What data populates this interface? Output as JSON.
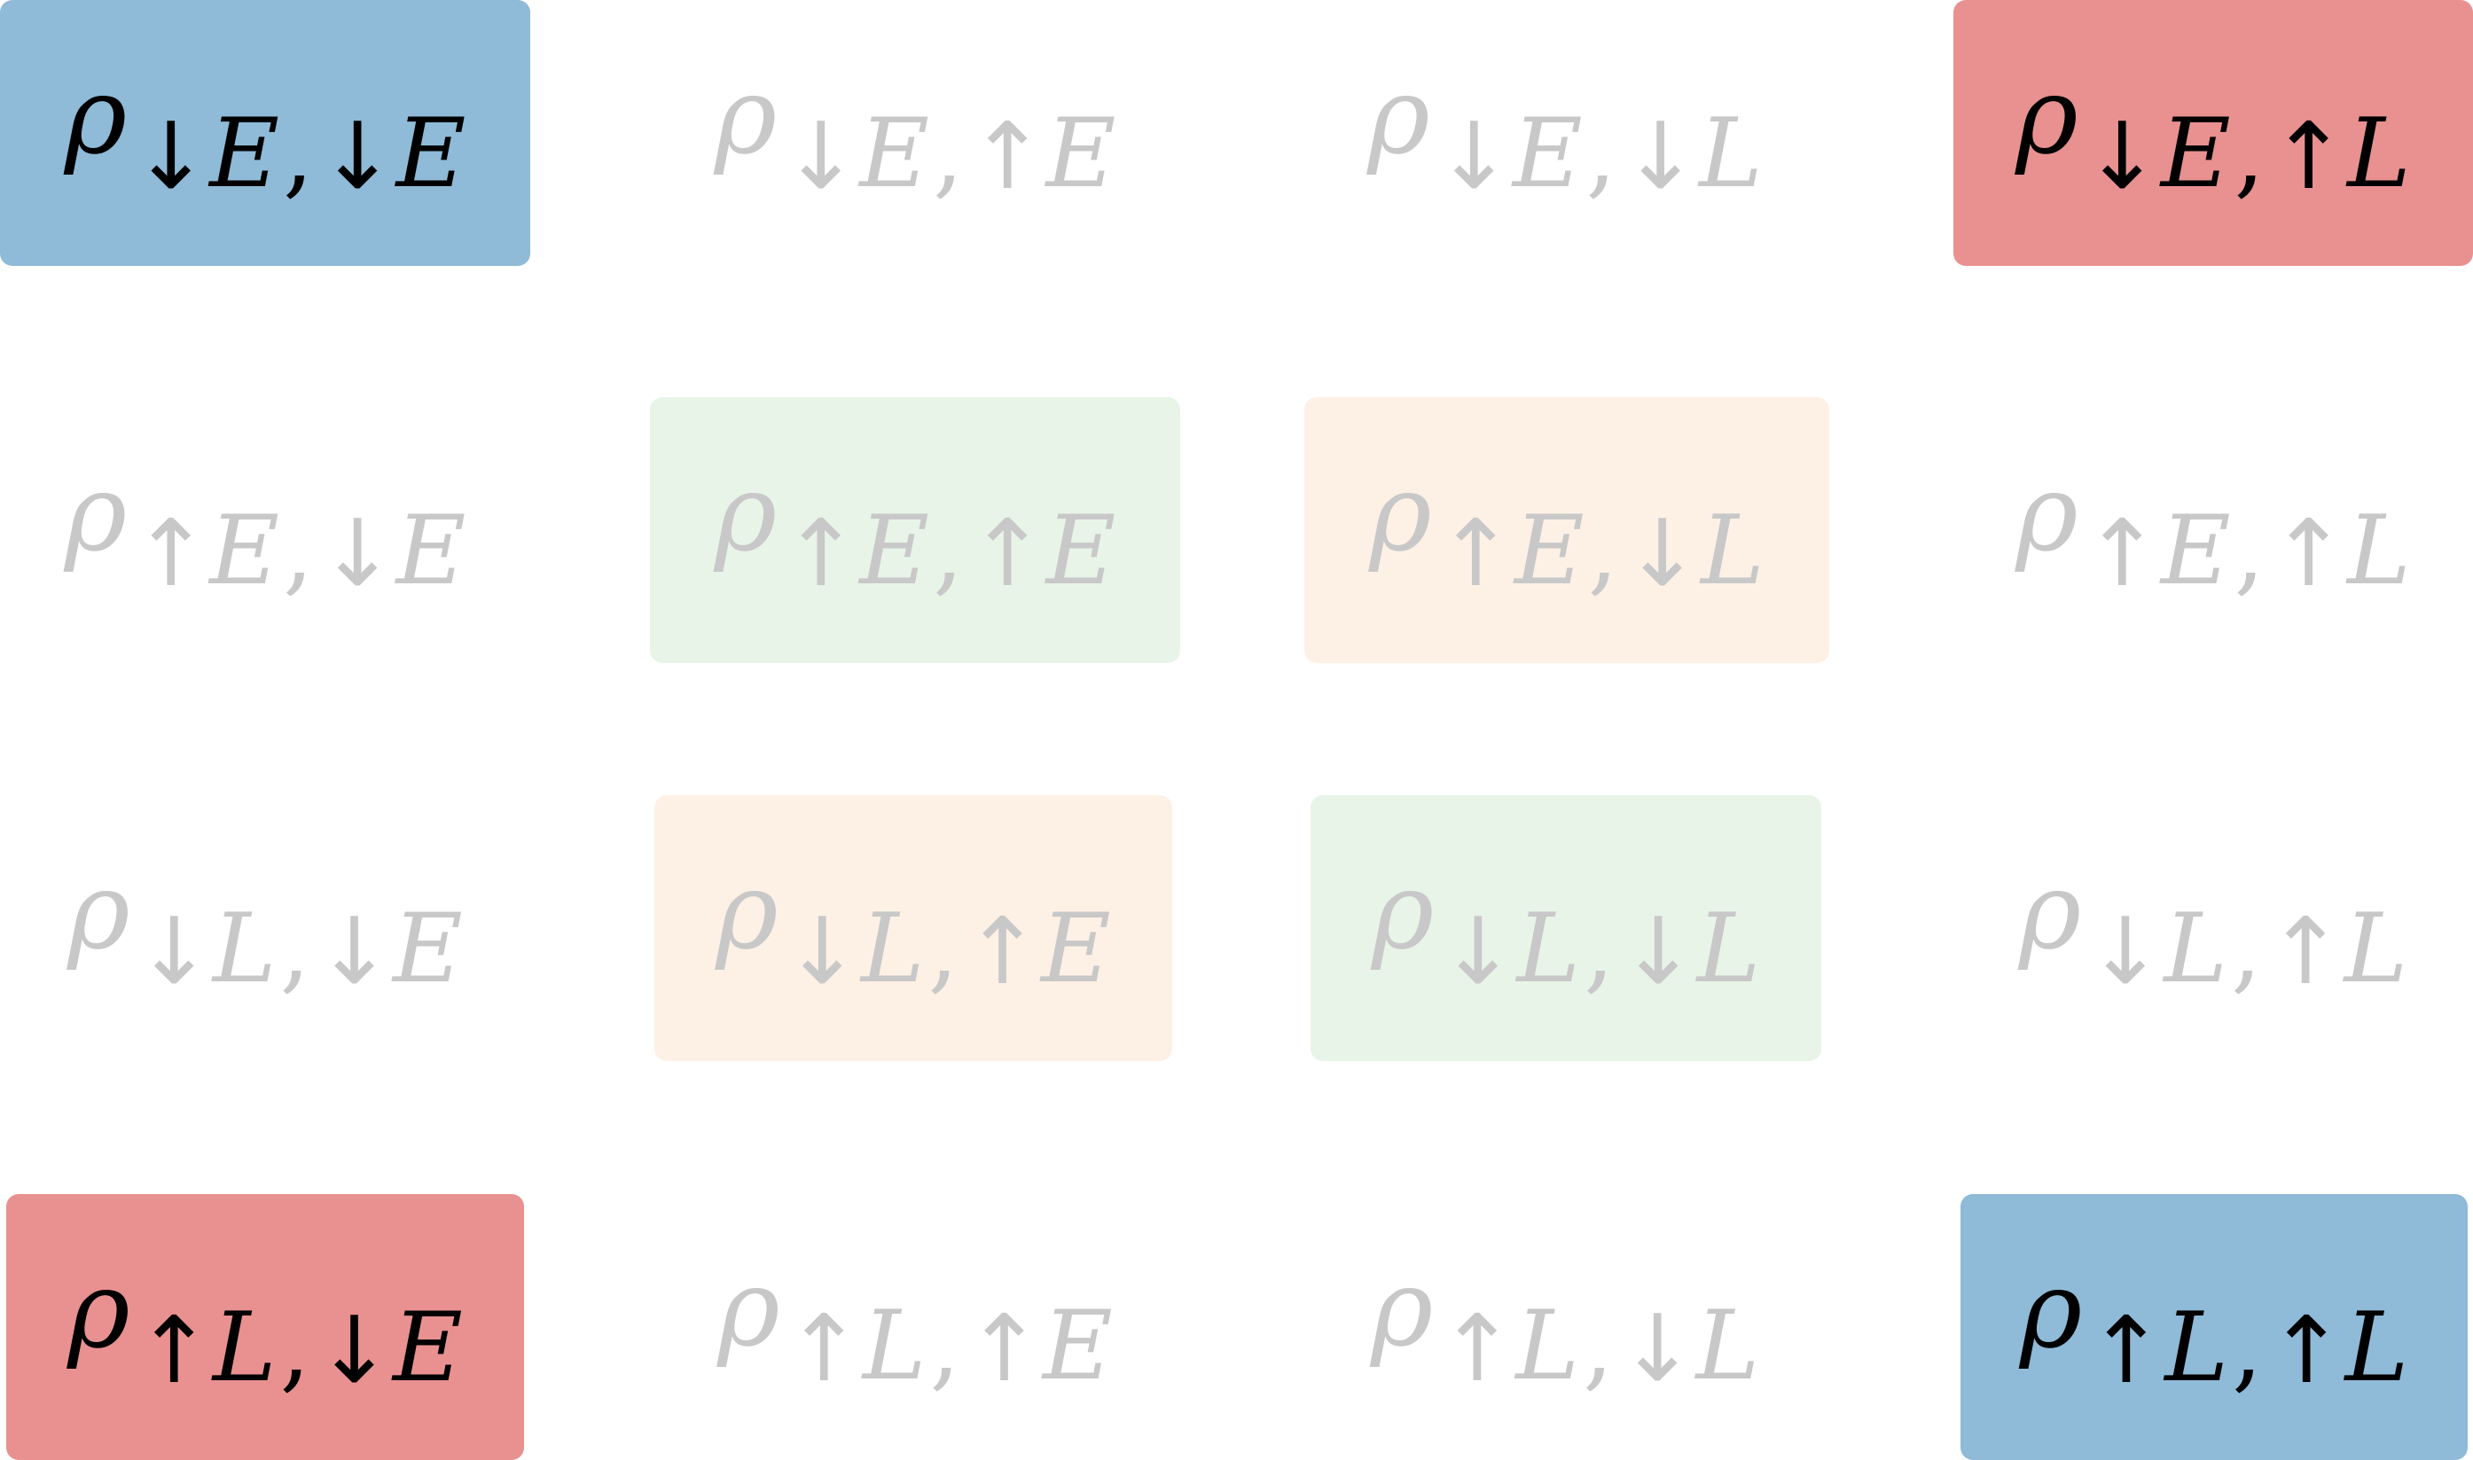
{
  "theme": {
    "text_highlight": "#000000",
    "text_faded": "#c8c8c8",
    "colors": {
      "blue": "#8fbad8",
      "red": "#e89190",
      "green": "#e9f4e9",
      "orange": "#fdf1e5",
      "none": "transparent"
    }
  },
  "cells": [
    {
      "row": 0,
      "col": 0,
      "symbol": "ρ",
      "i_arrow": "↓",
      "i_label": "E",
      "j_arrow": "↓",
      "j_label": "E",
      "fill": "blue",
      "highlighted": true
    },
    {
      "row": 0,
      "col": 1,
      "symbol": "ρ",
      "i_arrow": "↓",
      "i_label": "E",
      "j_arrow": "↑",
      "j_label": "E",
      "fill": "none",
      "highlighted": false
    },
    {
      "row": 0,
      "col": 2,
      "symbol": "ρ",
      "i_arrow": "↓",
      "i_label": "E",
      "j_arrow": "↓",
      "j_label": "L",
      "fill": "none",
      "highlighted": false
    },
    {
      "row": 0,
      "col": 3,
      "symbol": "ρ",
      "i_arrow": "↓",
      "i_label": "E",
      "j_arrow": "↑",
      "j_label": "L",
      "fill": "red",
      "highlighted": true
    },
    {
      "row": 1,
      "col": 0,
      "symbol": "ρ",
      "i_arrow": "↑",
      "i_label": "E",
      "j_arrow": "↓",
      "j_label": "E",
      "fill": "none",
      "highlighted": false
    },
    {
      "row": 1,
      "col": 1,
      "symbol": "ρ",
      "i_arrow": "↑",
      "i_label": "E",
      "j_arrow": "↑",
      "j_label": "E",
      "fill": "green",
      "highlighted": false
    },
    {
      "row": 1,
      "col": 2,
      "symbol": "ρ",
      "i_arrow": "↑",
      "i_label": "E",
      "j_arrow": "↓",
      "j_label": "L",
      "fill": "orange",
      "highlighted": false
    },
    {
      "row": 1,
      "col": 3,
      "symbol": "ρ",
      "i_arrow": "↑",
      "i_label": "E",
      "j_arrow": "↑",
      "j_label": "L",
      "fill": "none",
      "highlighted": false
    },
    {
      "row": 2,
      "col": 0,
      "symbol": "ρ",
      "i_arrow": "↓",
      "i_label": "L",
      "j_arrow": "↓",
      "j_label": "E",
      "fill": "none",
      "highlighted": false
    },
    {
      "row": 2,
      "col": 1,
      "symbol": "ρ",
      "i_arrow": "↓",
      "i_label": "L",
      "j_arrow": "↑",
      "j_label": "E",
      "fill": "orange",
      "highlighted": false
    },
    {
      "row": 2,
      "col": 2,
      "symbol": "ρ",
      "i_arrow": "↓",
      "i_label": "L",
      "j_arrow": "↓",
      "j_label": "L",
      "fill": "green",
      "highlighted": false
    },
    {
      "row": 2,
      "col": 3,
      "symbol": "ρ",
      "i_arrow": "↓",
      "i_label": "L",
      "j_arrow": "↑",
      "j_label": "L",
      "fill": "none",
      "highlighted": false
    },
    {
      "row": 3,
      "col": 0,
      "symbol": "ρ",
      "i_arrow": "↑",
      "i_label": "L",
      "j_arrow": "↓",
      "j_label": "E",
      "fill": "red",
      "highlighted": true
    },
    {
      "row": 3,
      "col": 1,
      "symbol": "ρ",
      "i_arrow": "↑",
      "i_label": "L",
      "j_arrow": "↑",
      "j_label": "E",
      "fill": "none",
      "highlighted": false
    },
    {
      "row": 3,
      "col": 2,
      "symbol": "ρ",
      "i_arrow": "↑",
      "i_label": "L",
      "j_arrow": "↓",
      "j_label": "L",
      "fill": "none",
      "highlighted": false
    },
    {
      "row": 3,
      "col": 3,
      "symbol": "ρ",
      "i_arrow": "↑",
      "i_label": "L",
      "j_arrow": "↑",
      "j_label": "L",
      "fill": "blue",
      "highlighted": true
    }
  ]
}
